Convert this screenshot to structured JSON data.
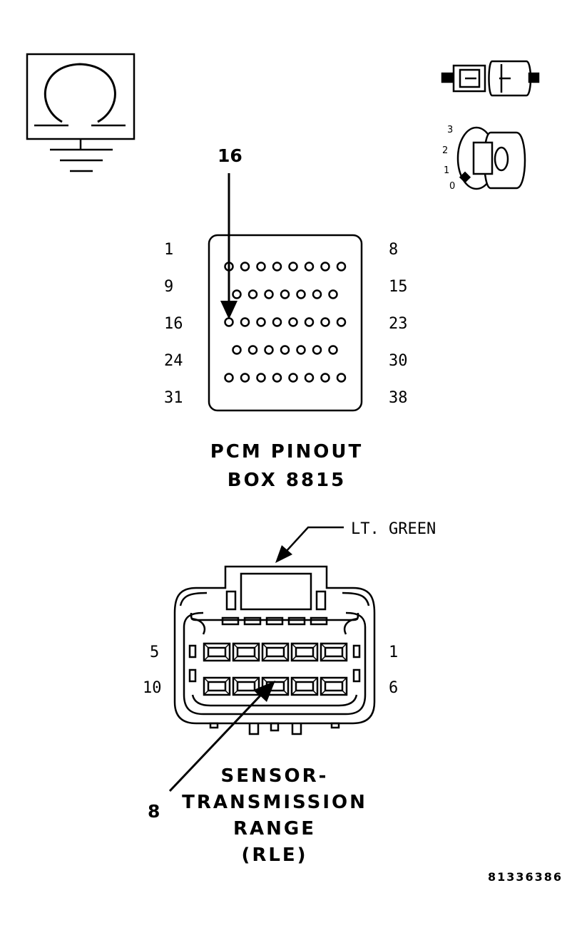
{
  "ohmmeter_symbol": {
    "icon": "ohmmeter-ground-icon"
  },
  "connector_disconnected_icon": {
    "icon": "connector-disconnected-icon"
  },
  "ignition_switch": {
    "icon": "ignition-key-off-icon",
    "positions": [
      "3",
      "2",
      "1",
      "0"
    ]
  },
  "pcm_connector": {
    "callout": "16",
    "row_left_labels": [
      "1",
      "9",
      "16",
      "24",
      "31"
    ],
    "row_right_labels": [
      "8",
      "15",
      "23",
      "30",
      "38"
    ],
    "row_pin_counts": [
      8,
      7,
      8,
      7,
      8
    ],
    "title_line1": "PCM PINOUT",
    "title_line2": "BOX 8815"
  },
  "sensor_connector": {
    "wire_color_label": "LT. GREEN",
    "callout": "8",
    "top_row_left": "5",
    "top_row_right": "1",
    "bottom_row_left": "10",
    "bottom_row_right": "6",
    "name_lines": [
      "SENSOR-",
      "TRANSMISSION",
      "RANGE",
      "(RLE)"
    ]
  },
  "figure_ref": "81336386"
}
